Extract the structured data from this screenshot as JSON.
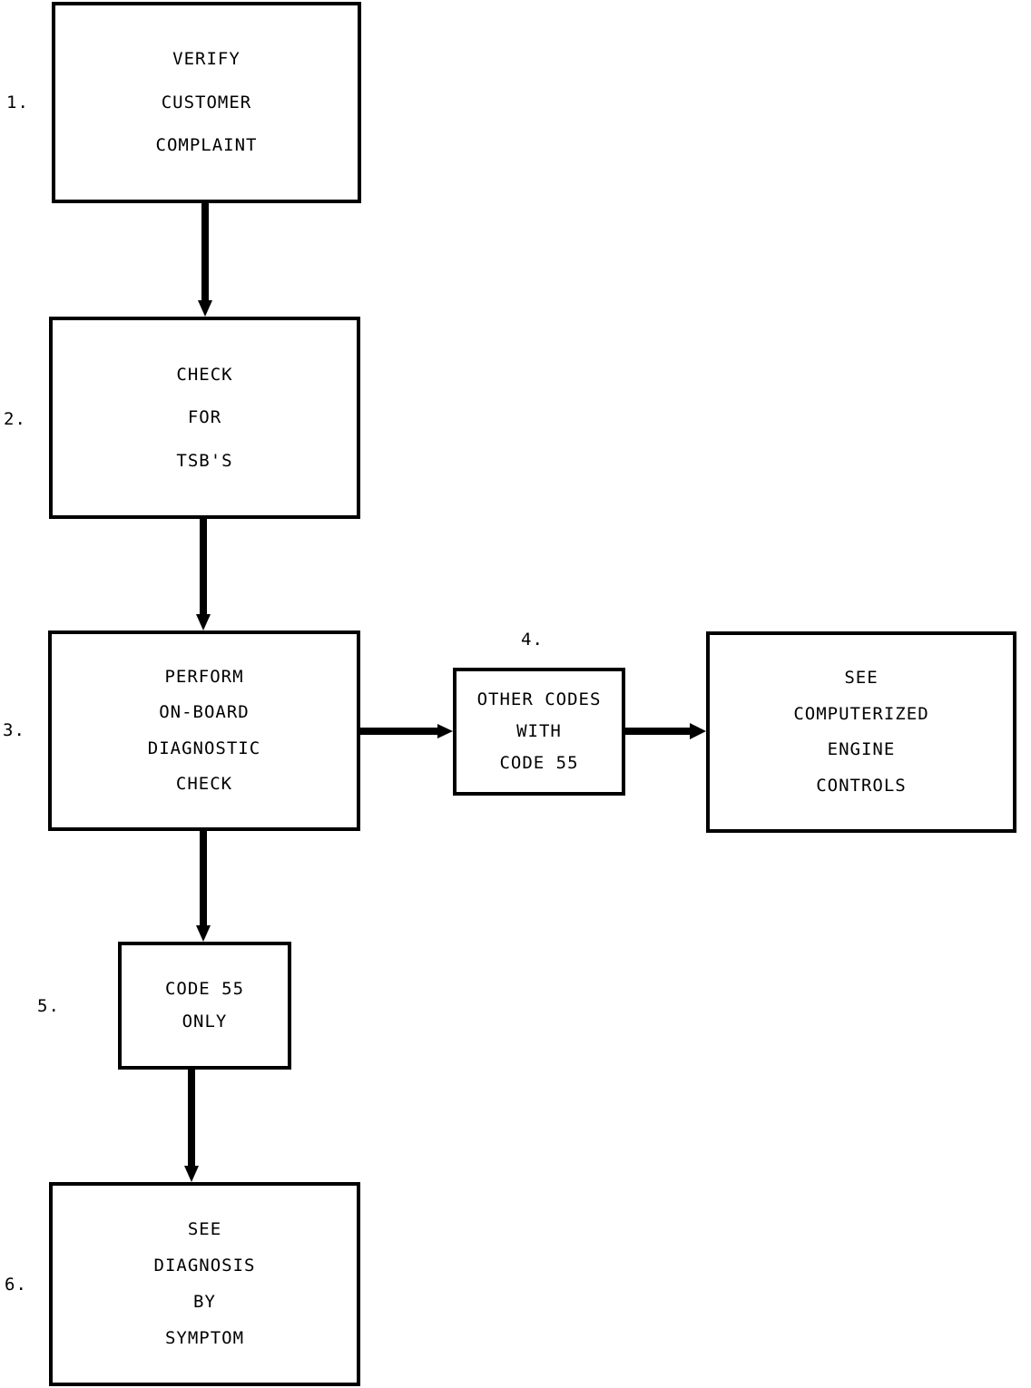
{
  "steps": [
    {
      "number": "1.",
      "lines": [
        "VERIFY",
        "CUSTOMER",
        "COMPLAINT"
      ]
    },
    {
      "number": "2.",
      "lines": [
        "CHECK",
        "FOR",
        "TSB'S"
      ]
    },
    {
      "number": "3.",
      "lines": [
        "PERFORM",
        "ON-BOARD",
        "DIAGNOSTIC",
        "CHECK"
      ]
    },
    {
      "number": "4.",
      "lines": [
        "OTHER CODES",
        "WITH",
        "CODE 55"
      ]
    },
    {
      "number": "5.",
      "lines": [
        "CODE 55",
        "ONLY"
      ]
    },
    {
      "number": "6.",
      "lines": [
        "SEE",
        "DIAGNOSIS",
        "BY",
        "SYMPTOM"
      ]
    }
  ],
  "outcome": {
    "lines": [
      "SEE",
      "COMPUTERIZED",
      "ENGINE",
      "CONTROLS"
    ]
  },
  "colors": {
    "line": "#000000",
    "background": "#ffffff"
  }
}
